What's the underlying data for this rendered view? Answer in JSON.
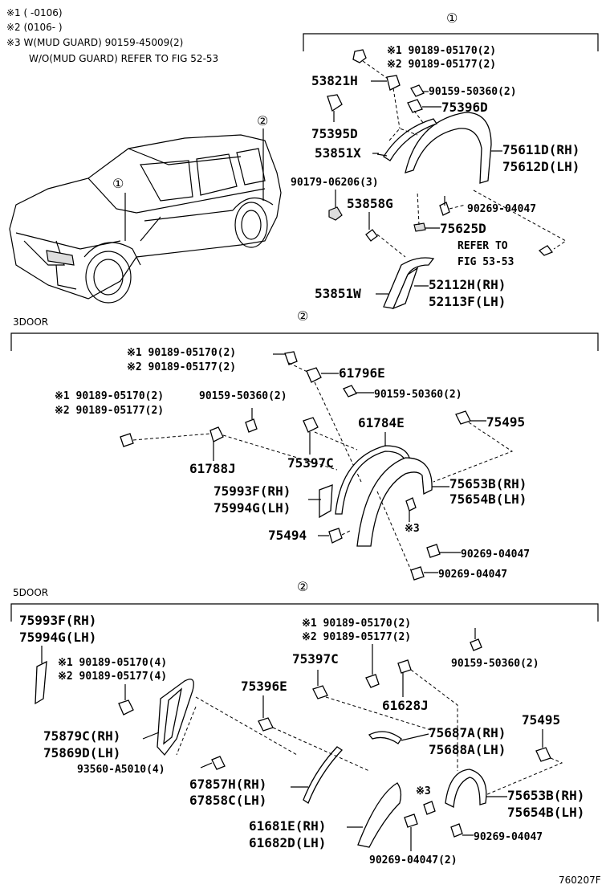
{
  "legend": {
    "note1": "※1 (       -0106)",
    "note2": "※2 (0106-       )",
    "note3": "※3 W(MUD GUARD) 90159-45009(2)",
    "note4": "W/O(MUD GUARD) REFER TO FIG 52-53"
  },
  "sections": {
    "s3door": "3DOOR",
    "s5door": "5DOOR"
  },
  "callouts": {
    "c1": "①",
    "c2": "②"
  },
  "labels_top": [
    "※1 90189-05170(2)",
    "※2 90189-05177(2)",
    "53821H",
    "90159-50360(2)",
    "75396D",
    "75395D",
    "53851X",
    "75611D(RH)",
    "75612D(LH)",
    "90179-06206(3)",
    "53858G",
    "90269-04047",
    "75625D",
    "REFER TO",
    "FIG 53-53",
    "53851W",
    "52112H(RH)",
    "52113F(LH)"
  ],
  "labels_3door": [
    "※1 90189-05170(2)",
    "※2 90189-05177(2)",
    "61796E",
    "※1 90189-05170(2)",
    "90159-50360(2)",
    "※2 90189-05177(2)",
    "90159-50360(2)",
    "61784E",
    "75495",
    "61788J",
    "75397C",
    "75993F(RH)",
    "75994G(LH)",
    "75653B(RH)",
    "75654B(LH)",
    "※3",
    "75494",
    "90269-04047",
    "90269-04047"
  ],
  "labels_5door": [
    "75993F(RH)",
    "75994G(LH)",
    "※1 90189-05170(2)",
    "※2 90189-05177(2)",
    "90159-50360(2)",
    "※1 90189-05170(4)",
    "※2 90189-05177(4)",
    "75397C",
    "75396E",
    "61628J",
    "75495",
    "75879C(RH)",
    "75869D(LH)",
    "75687A(RH)",
    "75688A(LH)",
    "93560-A5010(4)",
    "67857H(RH)",
    "67858C(LH)",
    "※3",
    "75653B(RH)",
    "75654B(LH)",
    "61681E(RH)",
    "61682D(LH)",
    "90269-04047",
    "90269-04047(2)"
  ],
  "figure_id": "760207F"
}
